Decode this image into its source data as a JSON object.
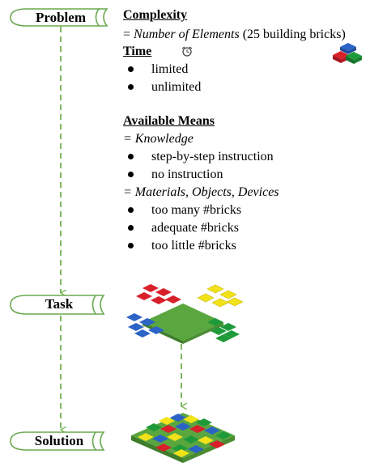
{
  "nodes": {
    "problem": "Problem",
    "task": "Task",
    "solution": "Solution"
  },
  "complexity": {
    "heading": "Complexity",
    "eq": "= ",
    "eq_italic": "Number of Elements",
    "eq_rest": " (25 building bricks)"
  },
  "time": {
    "heading": "Time",
    "items": [
      "limited",
      "unlimited"
    ]
  },
  "means": {
    "heading": "Available Means",
    "knowledge": "= Knowledge",
    "knowledge_items": [
      "step-by-step instruction",
      "no instruction"
    ],
    "materials": "= Materials, Objects, Devices",
    "material_items": [
      "too many #bricks",
      "adequate #bricks",
      "too little #bricks"
    ]
  },
  "colors": {
    "arrow": "#7fb85e",
    "node_border": "#6aa84f",
    "brick_red": "#d8202a",
    "brick_blue": "#2b63c6",
    "brick_yellow": "#f2e21a",
    "brick_green": "#1f9a3a",
    "plate_green": "#5aa63f"
  },
  "icons": [
    "alarm-clock-icon",
    "brick-stack-icon"
  ]
}
